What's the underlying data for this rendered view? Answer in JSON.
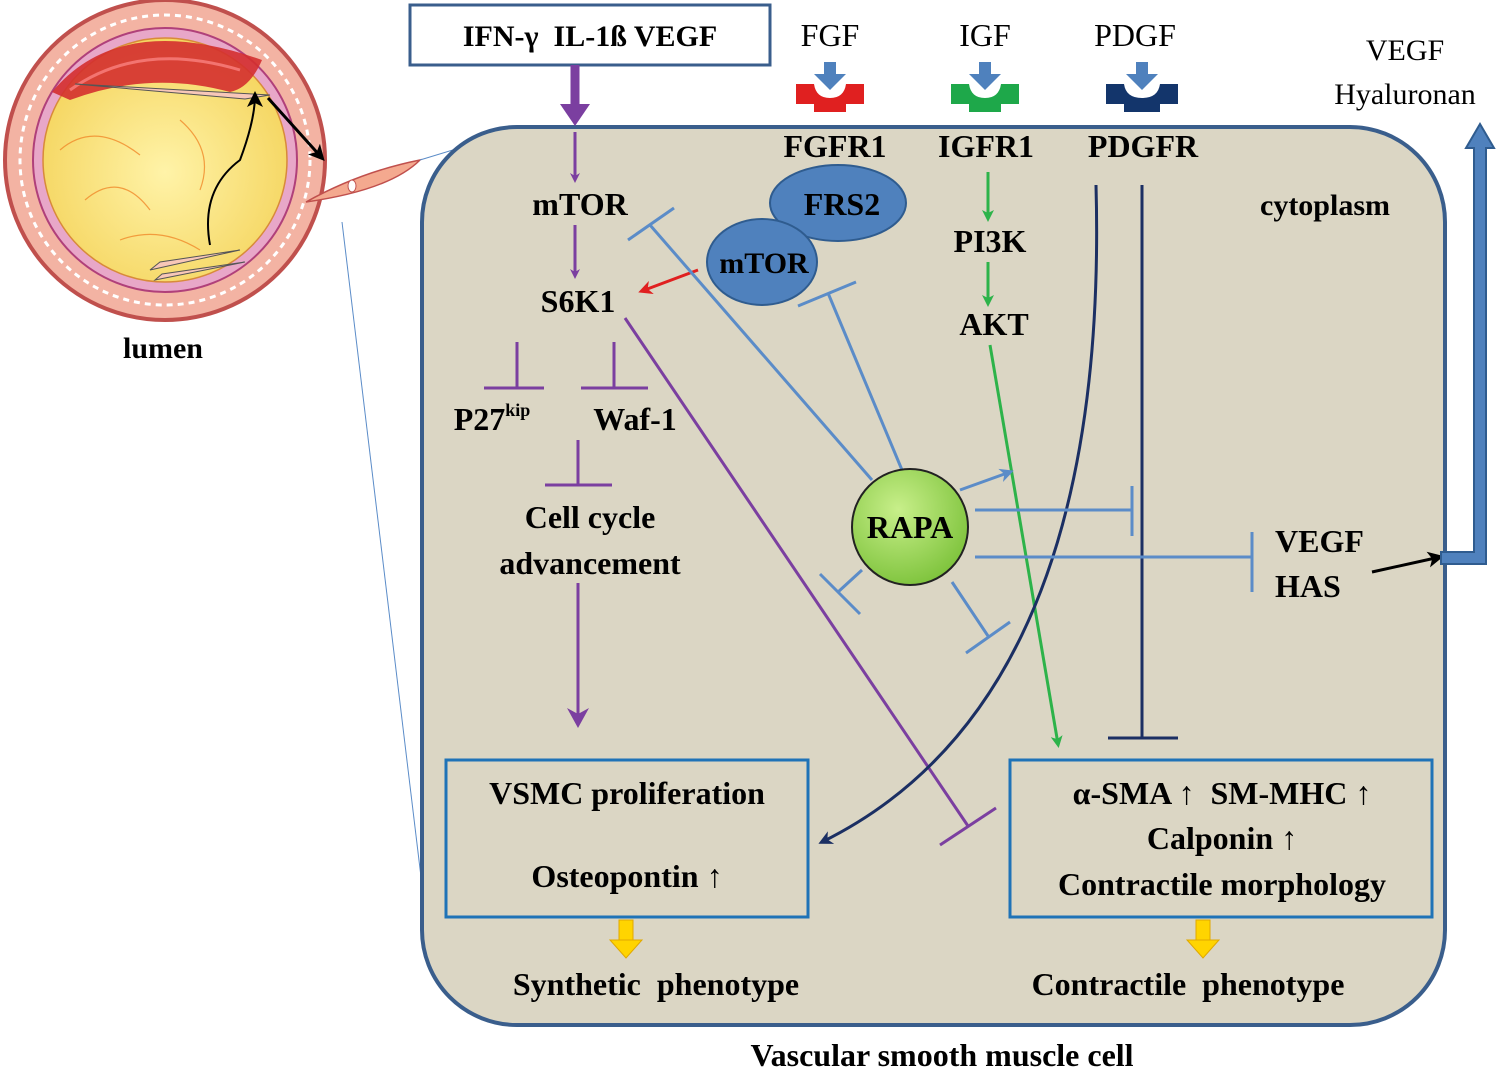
{
  "colors": {
    "cell_fill": "#dbd6c4",
    "cell_stroke": "#3a5e8c",
    "mtor_path": "#7b3fa0",
    "rapa_inhibit": "#5b8cc8",
    "igf_path": "#2db34a",
    "pdgf_path": "#1b2f63",
    "fgfr": "#e02020",
    "igfr": "#1ea84a",
    "pdgfr": "#13356b",
    "rapa_fill": "#8ccf3c",
    "frs2_fill": "#4f81bd",
    "phenotype_arrow": "#ffd400",
    "box_stroke": "#1f73b7",
    "arrow_red": "#e02020"
  },
  "vessel": {
    "label": "lumen"
  },
  "inputs": {
    "cytokines": "IFN-γ  IL-1ß VEGF",
    "fgf": "FGF",
    "igf": "IGF",
    "pdgf": "PDGF"
  },
  "receptors": {
    "fgfr1": "FGFR1",
    "igfr1": "IGFR1",
    "pdgfr": "PDGFR"
  },
  "secreted": {
    "line1": "VEGF",
    "line2": "Hyaluronan"
  },
  "cell": {
    "cytoplasm": "cytoplasm",
    "caption": "Vascular smooth muscle cell"
  },
  "nodes": {
    "mtor": "mTOR",
    "s6k1": "S6K1",
    "frs2": "FRS2",
    "mtor_complex": "mTOR",
    "pi3k": "PI3K",
    "akt": "AKT",
    "p27": "P27",
    "p27_sup": "kip",
    "waf1": "Waf-1",
    "cell_cycle_1": "Cell cycle",
    "cell_cycle_2": "advancement",
    "rapa": "RAPA",
    "vegf": "VEGF",
    "has": "HAS"
  },
  "synthetic_box": {
    "line1": "VSMC proliferation",
    "line2": "Osteopontin ↑"
  },
  "contractile_box": {
    "line1": "α-SMA ↑  SM-MHC ↑",
    "line2": "Calponin ↑",
    "line3": "Contractile morphology"
  },
  "phenotypes": {
    "synthetic": "Synthetic  phenotype",
    "contractile": "Contractile  phenotype"
  }
}
